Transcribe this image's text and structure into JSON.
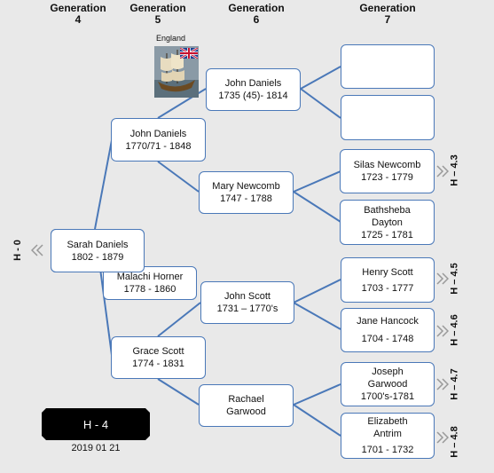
{
  "headers": {
    "gen4": [
      "Generation",
      "4"
    ],
    "gen5": [
      "Generation",
      "5"
    ],
    "gen6": [
      "Generation",
      "6"
    ],
    "gen7": [
      "Generation",
      "7"
    ]
  },
  "origin_label": "England",
  "people": {
    "sarah": [
      "Sarah Daniels",
      "1802 - 1879"
    ],
    "john_1770": [
      "John Daniels",
      "1770/71 - 1848"
    ],
    "malachi": [
      "Malachi Horner",
      "1778 - 1860"
    ],
    "grace": [
      "Grace Scott",
      "1774 - 1831"
    ],
    "john_1735": [
      "John Daniels",
      "1735 (45)- 1814"
    ],
    "mary": [
      "Mary Newcomb",
      "1747 - 1788"
    ],
    "john_scott": [
      "John Scott",
      "1731 – 1770's"
    ],
    "rachael": [
      "Rachael",
      "Garwood"
    ],
    "silas": [
      "Silas Newcomb",
      "1723 - 1779"
    ],
    "bathsheba": [
      "Bathsheba",
      "Dayton",
      "1725 - 1781"
    ],
    "henry": [
      "Henry Scott",
      "1703 - 1777"
    ],
    "jane": [
      "Jane Hancock",
      "1704 - 1748"
    ],
    "joseph": [
      "Joseph",
      "Garwood",
      "1700's-1781"
    ],
    "elizabeth": [
      "Elizabeth",
      "Antrim",
      "1701 - 1732"
    ]
  },
  "side_labels": {
    "h0": "H - 0",
    "h43": "H – 4.3",
    "h45": "H – 4.5",
    "h46": "H – 4.6",
    "h47": "H – 4.7",
    "h48": "H – 4.8"
  },
  "badge": {
    "label": "H - 4",
    "date": "2019 01 21"
  },
  "colors": {
    "line": "#4a78b8",
    "chevron": "#999999"
  }
}
